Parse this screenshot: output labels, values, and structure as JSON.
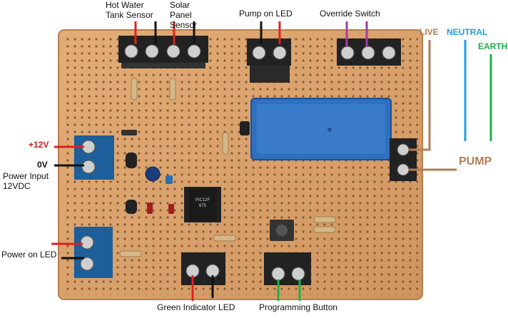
{
  "labels": {
    "hot_water_tank_sensor": "Hot Water Tank Sensor",
    "solar_panel_sensor": "Solar Panel Sensor",
    "pump_on_led": "Pump on LED",
    "override_switch": "Override Switch",
    "live": "LIVE",
    "neutral": "NEUTRAL",
    "earth": "EARTH",
    "pump": "PUMP",
    "plus_12v": "+12V",
    "zero_v": "0V",
    "power_input": "Power Input 12VDC",
    "power_on_led": "Power on LED",
    "green_indicator_led": "Green Indicator LED",
    "programming_button": "Programming Button"
  },
  "ic_marking": "PIC12F\n675",
  "colors": {
    "board": "#d9a06b",
    "board_edge": "#c98d58",
    "relay_blue": "#2f6fbf",
    "terminal_block": "#222222",
    "green_terminal": "#1d5f9a",
    "wire_red": "#e02020",
    "wire_black": "#111111",
    "wire_purple": "#a23ea0",
    "wire_green": "#1fb04a",
    "live_brown": "#b07d56",
    "neutral_blue": "#1ea0e0",
    "earth_green": "#1fb04a"
  }
}
